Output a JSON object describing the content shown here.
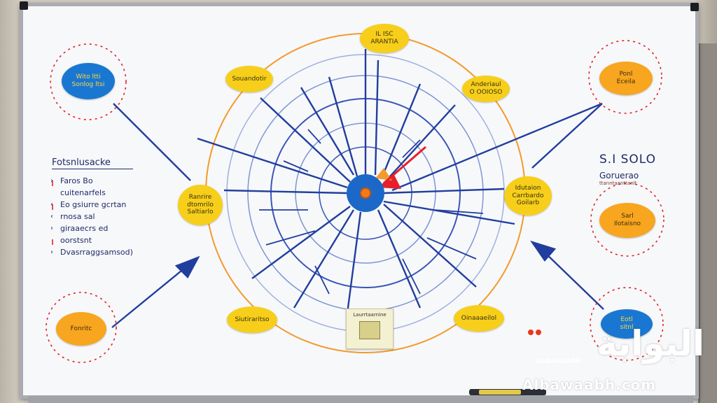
{
  "notes": {
    "top_center": [
      "IL ISC",
      "ARANTIA"
    ],
    "top_left_inner": [
      "Souandotir"
    ],
    "top_right_inner": [
      "Anderiaul",
      "O  OOIOSO"
    ],
    "left_middle": [
      "Ranrire",
      "dtomrilo",
      "Saltiarlo"
    ],
    "right_middle": [
      "Idutaion",
      "Carrbardo",
      "Goilarb"
    ],
    "bottom_left_inner": [
      "Siutiraritso"
    ],
    "bottom_right_inner": [
      "Oinaaaeilol"
    ],
    "top_left_blue": [
      "Wito ltti",
      "Sonlog ltsi"
    ],
    "top_right_orange": [
      "Ponl",
      "Eceila"
    ],
    "bottom_left_orange": [
      "Fonritc"
    ],
    "right_orange": [
      "Sarl",
      "Ilotaisno"
    ],
    "bottom_right_blue": [
      "Eotl",
      "sitnl"
    ]
  },
  "list": {
    "heading": "Fotsnlusacke",
    "bullets": [
      "Faros Bo",
      "cuitenarfels",
      "Eo gsiurre gcrtan",
      "rnosa sal",
      "giraaecrs ed",
      "oorstsnt",
      "Dvasrraggsamsod)"
    ]
  },
  "side_text": {
    "big": "S.I SOLO",
    "sub": "Goruerao",
    "sub2": "ttanntaanttanlt"
  },
  "center_card": {
    "label": "Laurrtaarnine"
  },
  "watermark": {
    "arabic": "البوابة",
    "small": "ALBAWAABH",
    "url": "Albawaabh.com"
  },
  "colors": {
    "board": "#f7f8fa",
    "ink_blue": "#213e9e",
    "ring_blue": "#7d95d6",
    "ring_orange": "#f39a2c",
    "note_yellow": "#f7cf1b",
    "note_orange": "#f8a51f",
    "note_blue": "#1977d2",
    "hub_blue": "#1c68c9",
    "wedge_red": "#e6202a"
  }
}
